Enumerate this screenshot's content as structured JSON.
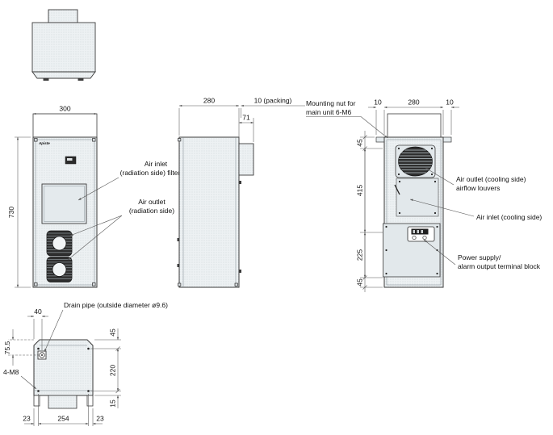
{
  "views": {
    "front": {
      "width_dim": "300",
      "height_dim": "730",
      "brand": "Apiste",
      "inlet_label_1": "Air inlet",
      "inlet_label_2": "(radiation side) filter",
      "outlet_label_1": "Air outlet",
      "outlet_label_2": "(radiation side)"
    },
    "side": {
      "depth_dim": "280",
      "packing_dim": "10 (packing)",
      "duct_dim": "71"
    },
    "rear": {
      "left_overhang_dim": "10",
      "width_dim": "280",
      "right_overhang_dim": "10",
      "seg_top_dim": "45",
      "seg_upper_dim": "415",
      "seg_lower_dim": "225",
      "seg_bottom_dim": "45",
      "mounting_label_1": "Mounting nut for",
      "mounting_label_2": "main unit 6-M6",
      "outlet_label_1": "Air outlet (cooling side)",
      "outlet_label_2": "airflow louvers",
      "inlet_label": "Air inlet (cooling side)",
      "power_label_1": "Power supply/",
      "power_label_2": "alarm output terminal block"
    },
    "bottom": {
      "drain_offset_x_dim": "40",
      "drain_offset_y_dim": "75.5",
      "drain_label": "Drain pipe (outside diameter ø9.6)",
      "holes_label": "4-M8",
      "right_top_dim": "45",
      "right_mid_dim": "220",
      "right_bottom_dim": "15",
      "bottom_left_dim": "23",
      "bottom_mid_dim": "254",
      "bottom_right_dim": "23"
    }
  },
  "colors": {
    "line": "#3a3a3a",
    "panel_fill": "#e9edf0",
    "dark_fill": "#2e2e2e"
  }
}
